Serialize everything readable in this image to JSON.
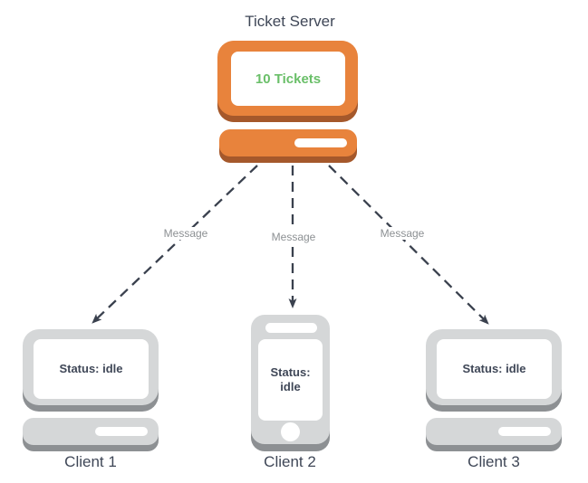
{
  "diagram_title": "Ticket Server",
  "colors": {
    "orange": "#e8833c",
    "orange-shadow": "#a5582b",
    "gray": "#d5d7d8",
    "gray-shadow": "#8d9093",
    "text": "#3f4757",
    "green": "#6abf69",
    "label": "#8c9093",
    "arrow": "#3a414e",
    "bg": "#ffffff"
  },
  "server": {
    "title": "Ticket Server",
    "screen_text": "10 Tickets",
    "device": "laptop"
  },
  "connections": [
    {
      "label": "Message",
      "from": "Ticket Server",
      "to": "Client 1",
      "style": "dashed-arrow"
    },
    {
      "label": "Message",
      "from": "Ticket Server",
      "to": "Client 2",
      "style": "dashed-arrow"
    },
    {
      "label": "Message",
      "from": "Ticket Server",
      "to": "Client 3",
      "style": "dashed-arrow"
    }
  ],
  "clients": [
    {
      "name": "Client 1",
      "status_line1": "Status: idle",
      "status_line2": "",
      "device": "laptop"
    },
    {
      "name": "Client 2",
      "status_line1": "Status:",
      "status_line2": "idle",
      "device": "phone"
    },
    {
      "name": "Client 3",
      "status_line1": "Status: idle",
      "status_line2": "",
      "device": "laptop"
    }
  ]
}
